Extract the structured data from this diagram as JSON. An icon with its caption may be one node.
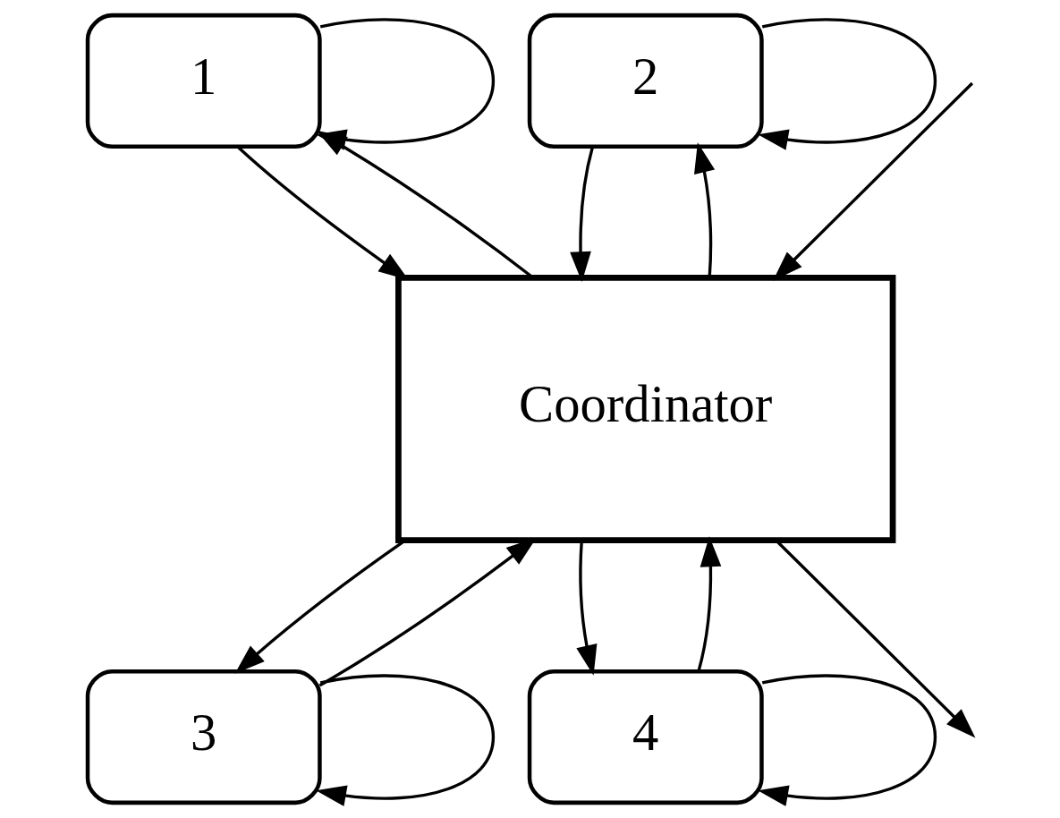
{
  "diagram": {
    "nodes": [
      {
        "text": [
          "1"
        ]
      },
      {
        "text": [
          "2"
        ]
      },
      {
        "text": [
          "Coordinator"
        ]
      },
      {
        "text": [
          "3"
        ]
      },
      {
        "text": [
          "4"
        ]
      }
    ],
    "edges": [
      {
        "from": 0,
        "to": 0,
        "arrow": "to"
      },
      {
        "from": 0,
        "to": 2,
        "arrow": "to"
      },
      {
        "from": 2,
        "to": 0,
        "arrow": "to"
      },
      {
        "from": 1,
        "to": 1,
        "arrow": "to"
      },
      {
        "from": 2,
        "to": 1,
        "arrow": "to"
      },
      {
        "from": 1,
        "to": 2,
        "arrow": "to"
      },
      {
        "from": null,
        "to": 2,
        "arrow": "to"
      },
      {
        "from": 2,
        "to": null,
        "arrow": "to"
      },
      {
        "from": 2,
        "to": 3,
        "arrow": "to"
      },
      {
        "from": 3,
        "to": 2,
        "arrow": "to"
      },
      {
        "from": 3,
        "to": 3,
        "arrow": "to"
      },
      {
        "from": 2,
        "to": 4,
        "arrow": "to"
      },
      {
        "from": 4,
        "to": 2,
        "arrow": "to"
      },
      {
        "from": 4,
        "to": 4,
        "arrow": "to"
      }
    ]
  }
}
